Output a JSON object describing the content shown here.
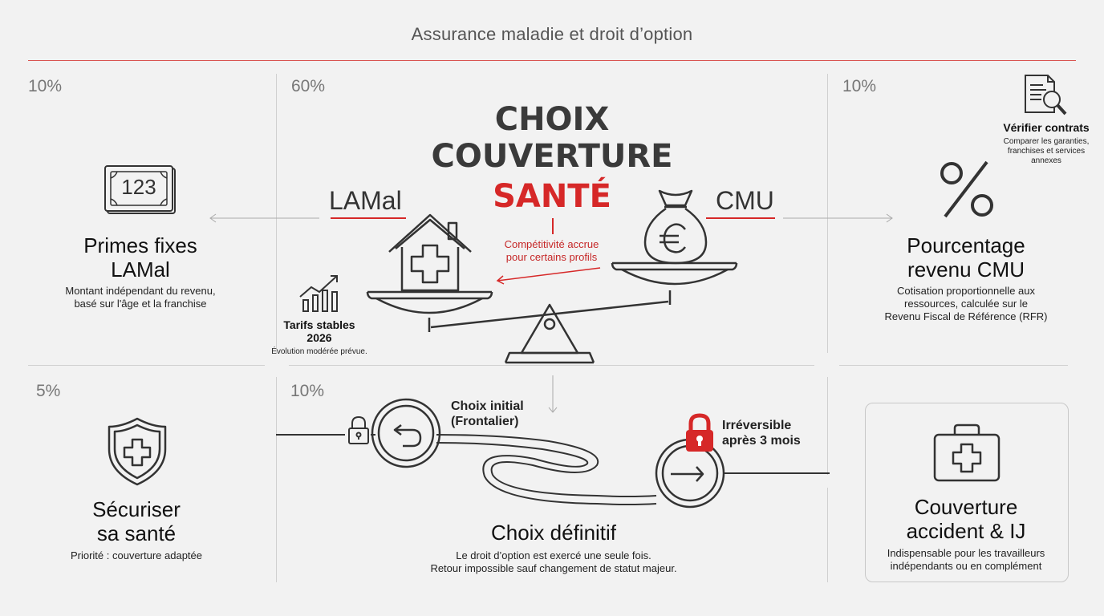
{
  "header": {
    "title": "Assurance maladie et droit d’option"
  },
  "percentages": {
    "top_left": "10%",
    "top_center": "60%",
    "top_right": "10%",
    "bottom_left": "5%",
    "bottom_center": "10%"
  },
  "center": {
    "title_line1": "CHOIX",
    "title_line2": "COUVERTURE",
    "title_line3": "SANTÉ",
    "left_label": "LAMal",
    "right_label": "CMU",
    "red_note_line1": "Compétitivité accrue",
    "red_note_line2": "pour certains profils",
    "tarifs_title_line1": "Tarifs stables",
    "tarifs_title_line2": "2026",
    "tarifs_desc": "Évolution modérée prévue."
  },
  "left_card": {
    "title_line1": "Primes fixes",
    "title_line2": "LAMal",
    "desc_line1": "Montant indépendant du revenu,",
    "desc_line2": "basé sur l'âge et la franchise",
    "icon_text": "123"
  },
  "right_card": {
    "verify_title": "Vérifier contrats",
    "verify_desc_line1": "Comparer les garanties,",
    "verify_desc_line2": "franchises et services",
    "verify_desc_line3": "annexes",
    "title_line1": "Pourcentage",
    "title_line2": "revenu CMU",
    "desc_line1": "Cotisation proportionnelle aux",
    "desc_line2": "ressources, calculée sur le",
    "desc_line3": "Revenu Fiscal de Référence (RFR)"
  },
  "bottom_left": {
    "title_line1": "Sécuriser",
    "title_line2": "sa santé",
    "desc": "Priorité : couverture adaptée"
  },
  "bottom_center": {
    "step1_line1": "Choix initial",
    "step1_line2": "(Frontalier)",
    "step2_line1": "Irréversible",
    "step2_line2": "après 3 mois",
    "title": "Choix définitif",
    "desc_line1": "Le droit d’option est exercé une seule fois.",
    "desc_line2": "Retour impossible sauf changement de statut majeur."
  },
  "bottom_right": {
    "title_line1": "Couverture",
    "title_line2": "accident & IJ",
    "desc_line1": "Indispensable pour les travailleurs",
    "desc_line2": "indépendants ou en complément"
  },
  "colors": {
    "accent": "#d62828",
    "rule": "#d9534f",
    "stroke": "#333333",
    "grid": "#d0d0d0"
  },
  "icons": [
    "banknote-icon",
    "house-medical-icon",
    "money-bag-euro-icon",
    "balance-scale-icon",
    "growth-chart-icon",
    "document-search-icon",
    "percent-icon",
    "shield-medical-icon",
    "padlock-icon",
    "undo-arrow-icon",
    "red-lock-icon",
    "forward-arrow-icon",
    "first-aid-kit-icon"
  ]
}
